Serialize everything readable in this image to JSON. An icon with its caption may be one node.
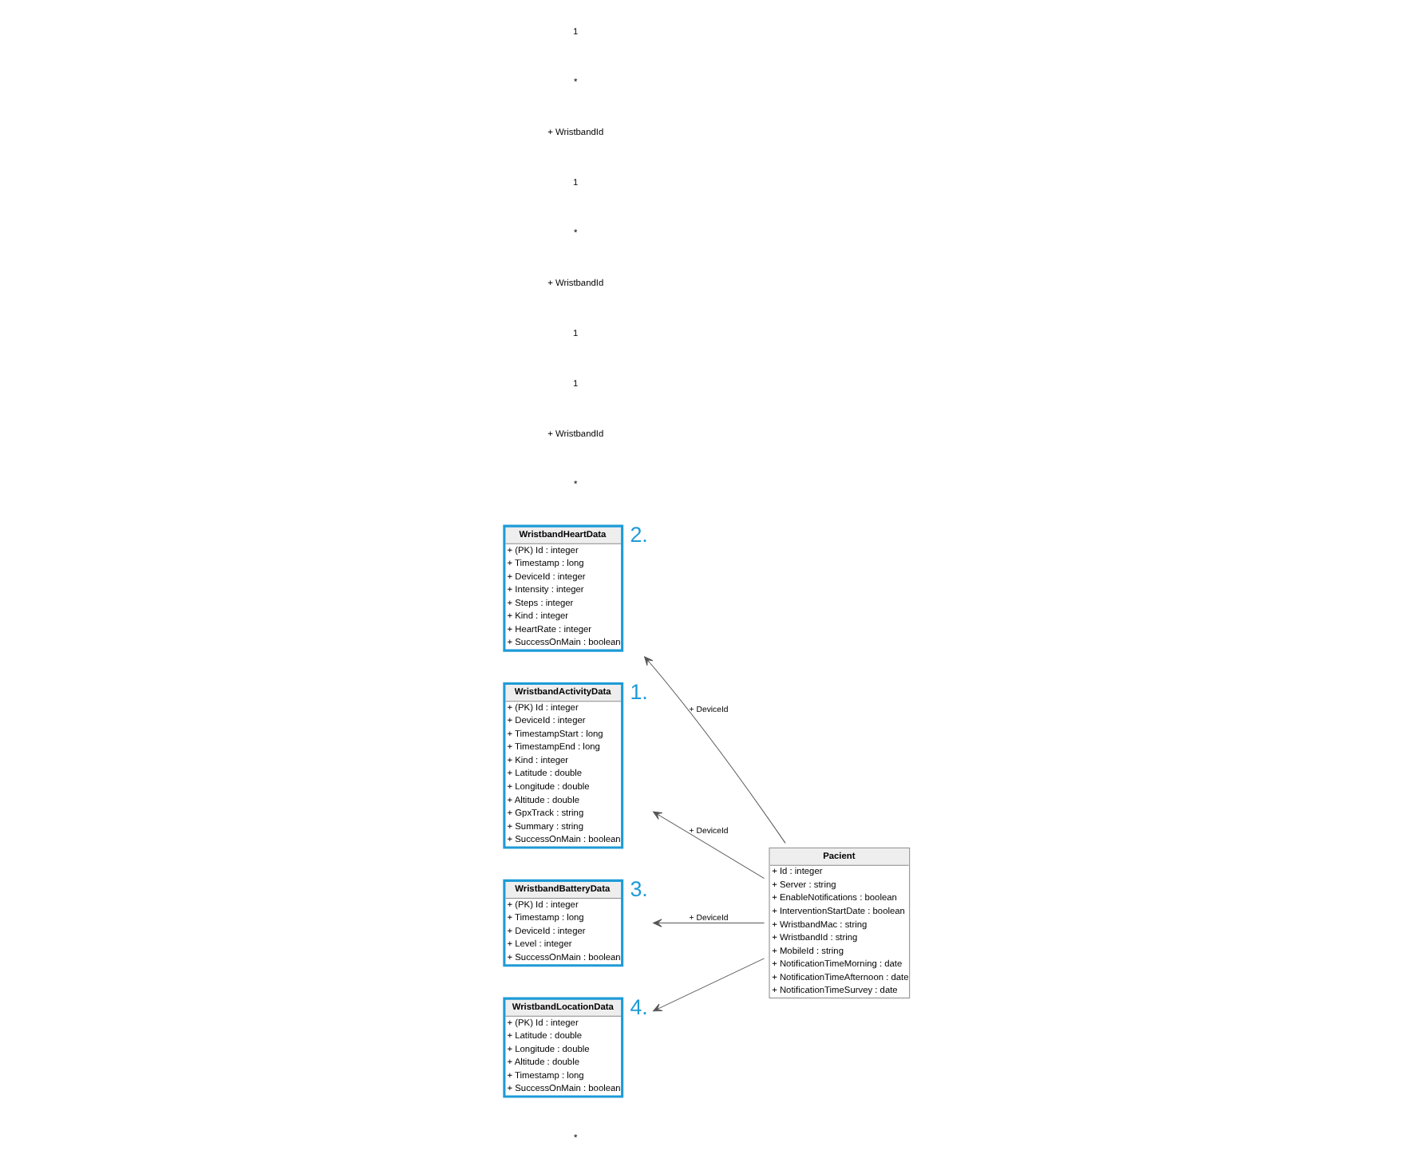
{
  "diagram": {
    "nodes": [
      {
        "text": [
          "WristbandHeartData",
          "+ (PK) Id : integer",
          "+ Timestamp : long",
          "+ DeviceId : integer",
          "+ Intensity : integer",
          "+ Steps : integer",
          "+ Kind : integer",
          "+ HeartRate : integer",
          "+ SuccessOnMain : boolean"
        ],
        "beside": [
          "2."
        ]
      },
      {
        "text": [
          "WristbandActivityData",
          "+ (PK) Id : integer",
          "+ DeviceId : integer",
          "+ TimestampStart : long",
          "+ TimestampEnd : long",
          "+ Kind : integer",
          "+ Latitude : double",
          "+ Longitude : double",
          "+ Altitude : double",
          "+ GpxTrack : string",
          "+ Summary : string",
          "+ SuccessOnMain : boolean"
        ],
        "beside": [
          "1."
        ]
      },
      {
        "text": [
          "WristbandBatteryData",
          "+ (PK) Id : integer",
          "+ Timestamp : long",
          "+ DeviceId : integer",
          "+ Level : integer",
          "+ SuccessOnMain : boolean"
        ],
        "beside": [
          "3."
        ]
      },
      {
        "text": [
          "Pacient",
          "+ Id : integer",
          "+ Server : string",
          "+ EnableNotifications : boolean",
          "+ InterventionStartDate : boolean",
          "+ WristbandMac : string",
          "+ WristbandId : string",
          "+ MobileId : string",
          "+ NotificationTimeMorning : date",
          "+ NotificationTimeAfternoon : date",
          "+ NotificationTimeSurvey : date"
        ]
      },
      {
        "text": [
          "WristbandLocationData",
          "+ (PK) Id : integer",
          "+ Latitude : double",
          "+ Longitude : double",
          "+ Altitude : double",
          "+ Timestamp : long",
          "+ SuccessOnMain : boolean"
        ],
        "beside": [
          "4."
        ]
      }
    ],
    "edges": [
      {
        "from": 3,
        "to": 0,
        "arrow": "to",
        "label": "+ DeviceId"
      },
      {
        "from": 3,
        "to": 1,
        "arrow": "to",
        "label": "+ DeviceId"
      },
      {
        "from": 3,
        "to": 2,
        "arrow": "to",
        "label": "+ DeviceId"
      },
      {
        "from": 3,
        "to": 4,
        "arrow": "to"
      }
    ],
    "labels": [
      "*",
      "*",
      "+ WristbandId",
      "1",
      "1",
      "+ WristbandId",
      "*",
      "1",
      "+ WristbandId",
      "*",
      "1"
    ]
  }
}
